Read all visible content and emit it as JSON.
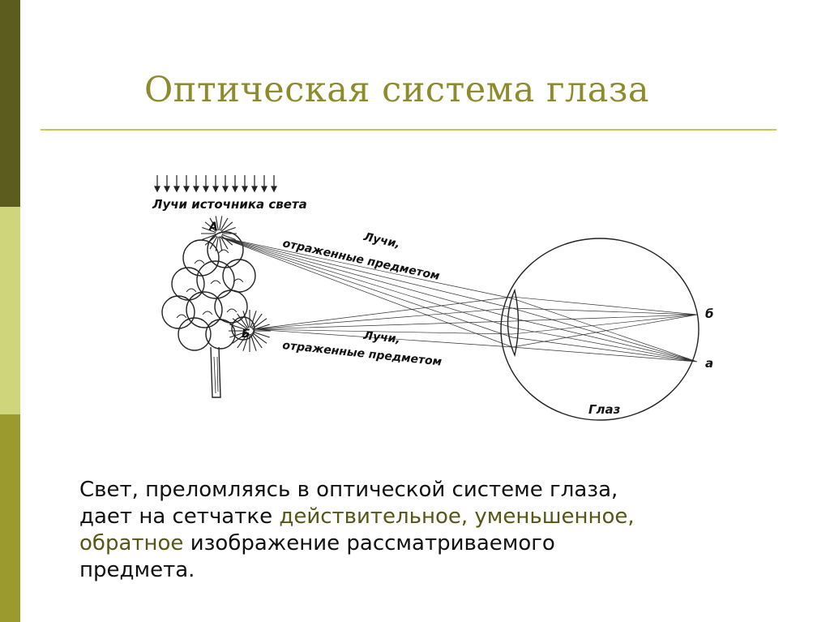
{
  "slide": {
    "title": "Оптическая система глаза",
    "colors": {
      "accent_dark": "#5c5c1f",
      "accent_light": "#cfd57a",
      "accent_mid": "#9a9a2e",
      "title": "#8c8c2c",
      "highlight": "#565618"
    }
  },
  "diagram": {
    "labels": {
      "source_rays": "Лучи источника света",
      "reflected_top_1": "Лучи,",
      "reflected_top_2": "отраженные предметом",
      "reflected_bottom_1": "Лучи,",
      "reflected_bottom_2": "отраженные предметом",
      "point_A": "A",
      "point_B": "Б",
      "point_b": "б",
      "point_a": "a",
      "eye": "Глаз"
    },
    "icons": [
      "tree-icon",
      "eye-icon",
      "lens-icon",
      "arrow-down-icon"
    ]
  },
  "text": {
    "part1": " Свет, преломляясь в оптической системе глаза,",
    "part2": "дает на сетчатке ",
    "highlight1": "действительное, уменьшенное,",
    "highlight2": "обратное",
    "part3": " изображение рассматриваемого",
    "part4": "предмета."
  }
}
